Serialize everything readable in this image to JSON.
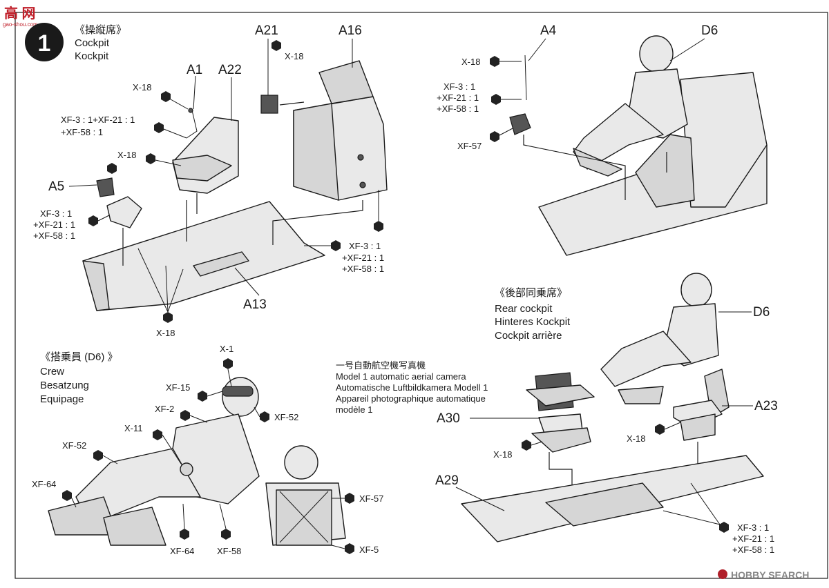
{
  "header": {
    "watermark_top": "高 网",
    "watermark_top_sub": "gao-shou.com",
    "watermark_bottom": "HOBBY SEARCH",
    "step_number": "1"
  },
  "cockpit": {
    "title_jp": "《操縦席》",
    "title_en": "Cockpit",
    "title_de": "Kockpit"
  },
  "rear_cockpit": {
    "title_jp": "《後部同乗席》",
    "title_en": "Rear cockpit",
    "title_de": "Hinteres Kockpit",
    "title_fr": "Cockpit arrière"
  },
  "crew": {
    "title_jp": "《搭乗員 (D6) 》",
    "title_en": "Crew",
    "title_de": "Besatzung",
    "title_fr": "Equipage"
  },
  "camera": {
    "title_jp": "一号自動航空機写真機",
    "title_en": "Model 1 automatic aerial camera",
    "title_de": "Automatische Luftbildkamera Modell 1",
    "title_fr1": "Appareil photographique automatique",
    "title_fr2": "modèle 1"
  },
  "parts": {
    "A1": "A1",
    "A4": "A4",
    "A5": "A5",
    "A13": "A13",
    "A16": "A16",
    "A21": "A21",
    "A22": "A22",
    "A23": "A23",
    "A29": "A29",
    "A30": "A30",
    "D6": "D6"
  },
  "paints": {
    "x18": "X-18",
    "x1": "X-1",
    "xf3": "XF-3 : 1",
    "xf21": "+XF-21 : 1",
    "xf58": "+XF-58 : 1",
    "xf3_combo": "XF-3 : 1+XF-21 : 1",
    "xf58_plain": "XF-58",
    "xf57": "XF-57",
    "xf15": "XF-15",
    "xf2": "XF-2",
    "x11": "X-11",
    "xf52": "XF-52",
    "xf64": "XF-64",
    "xf5": "XF-5"
  }
}
